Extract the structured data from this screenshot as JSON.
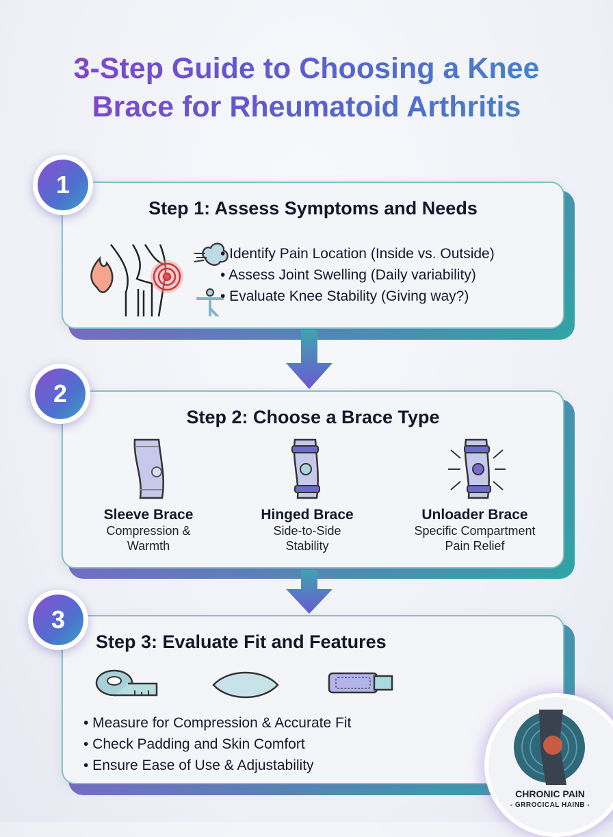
{
  "title_line1": "3-Step Guide to Choosing a Knee",
  "title_line2": "Brace for Rheumatoid Arthritis",
  "colors": {
    "title_start": "#8a3fc8",
    "title_end": "#3d8fc4",
    "card_border": "#7fc3c8",
    "shadow_start": "#8e5bd0",
    "shadow_end": "#2fa7a6"
  },
  "steps": [
    {
      "number": "1",
      "title": "Step 1: Assess Symptoms and Needs",
      "icons": [
        "inflammation-flame-icon",
        "knee-joint-pain-icon",
        "swelling-cloud-icon",
        "balance-figure-icon"
      ],
      "bullets": [
        "• Identify Pain Location (Inside vs. Outside)",
        "• Assess Joint Swelling (Daily variability)",
        "• Evaluate Knee Stability (Giving way?)"
      ]
    },
    {
      "number": "2",
      "title": "Step 2: Choose a Brace Type",
      "types": [
        {
          "name": "Sleeve Brace",
          "desc1": "Compression &",
          "desc2": "Warmth",
          "icon": "sleeve-brace-icon"
        },
        {
          "name": "Hinged Brace",
          "desc1": "Side-to-Side",
          "desc2": "Stability",
          "icon": "hinged-brace-icon"
        },
        {
          "name": "Unloader Brace",
          "desc1": "Specific Compartment",
          "desc2": "Pain Relief",
          "icon": "unloader-brace-icon"
        }
      ]
    },
    {
      "number": "3",
      "title": "Step 3: Evaluate Fit and Features",
      "icons": [
        "measuring-tape-icon",
        "padding-cushion-icon",
        "strap-buckle-icon"
      ],
      "bullets": [
        "• Measure for Compression & Accurate Fit",
        "• Check Padding and Skin Comfort",
        "• Ensure Ease of Use & Adjustability"
      ]
    }
  ],
  "logo": {
    "text": "CHRONIC PAIN",
    "subtext": "- GRROCICAL HAINB -"
  }
}
